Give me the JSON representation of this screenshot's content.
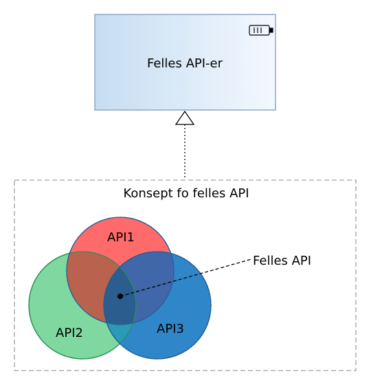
{
  "top_box": {
    "label": "Felles API-er",
    "icon": "interface-component-icon",
    "fill_start": "#c6ddf2",
    "fill_end": "#f3f8fe",
    "border": "#7c9cbd"
  },
  "group": {
    "label": "Konsept fo felles API",
    "border": "#a0a0a0"
  },
  "venn": {
    "circles": [
      {
        "label": "API1",
        "color": "#ff6b6b"
      },
      {
        "label": "API2",
        "color": "#5bd17f"
      },
      {
        "label": "API3",
        "color": "#2f86c9"
      }
    ],
    "pointer_label": "Felles API"
  }
}
